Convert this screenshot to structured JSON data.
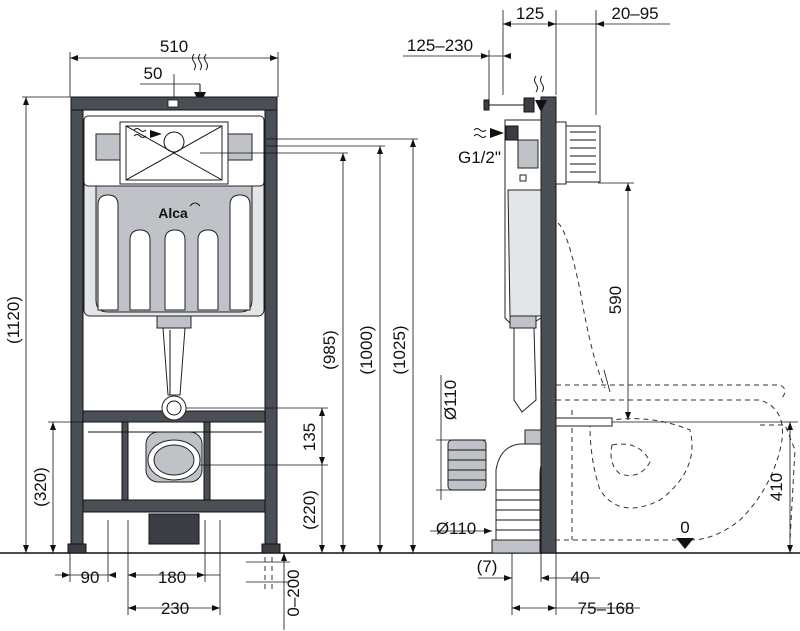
{
  "front_view": {
    "dims": {
      "width_510": "510",
      "offset_50": "50",
      "height_1120": "(1120)",
      "height_985": "(985)",
      "height_1000": "(1000)",
      "height_1025": "(1025)",
      "height_320": "(320)",
      "height_135": "135",
      "height_220": "(220)",
      "foot_90": "90",
      "spacing_180": "180",
      "spacing_230": "230",
      "adjust_0_200": "0–200"
    },
    "logo": "Alca"
  },
  "side_view": {
    "dims": {
      "depth_125": "125",
      "range_20_95": "20–95",
      "range_125_230": "125–230",
      "thread_g12": "G1/2\"",
      "height_590": "590",
      "height_410": "410",
      "dia_110_top": "Ø110",
      "dia_110_bottom": "Ø110",
      "offset_7": "(7)",
      "dist_40": "40",
      "range_75_168": "75–168",
      "floor_0": "0"
    }
  }
}
